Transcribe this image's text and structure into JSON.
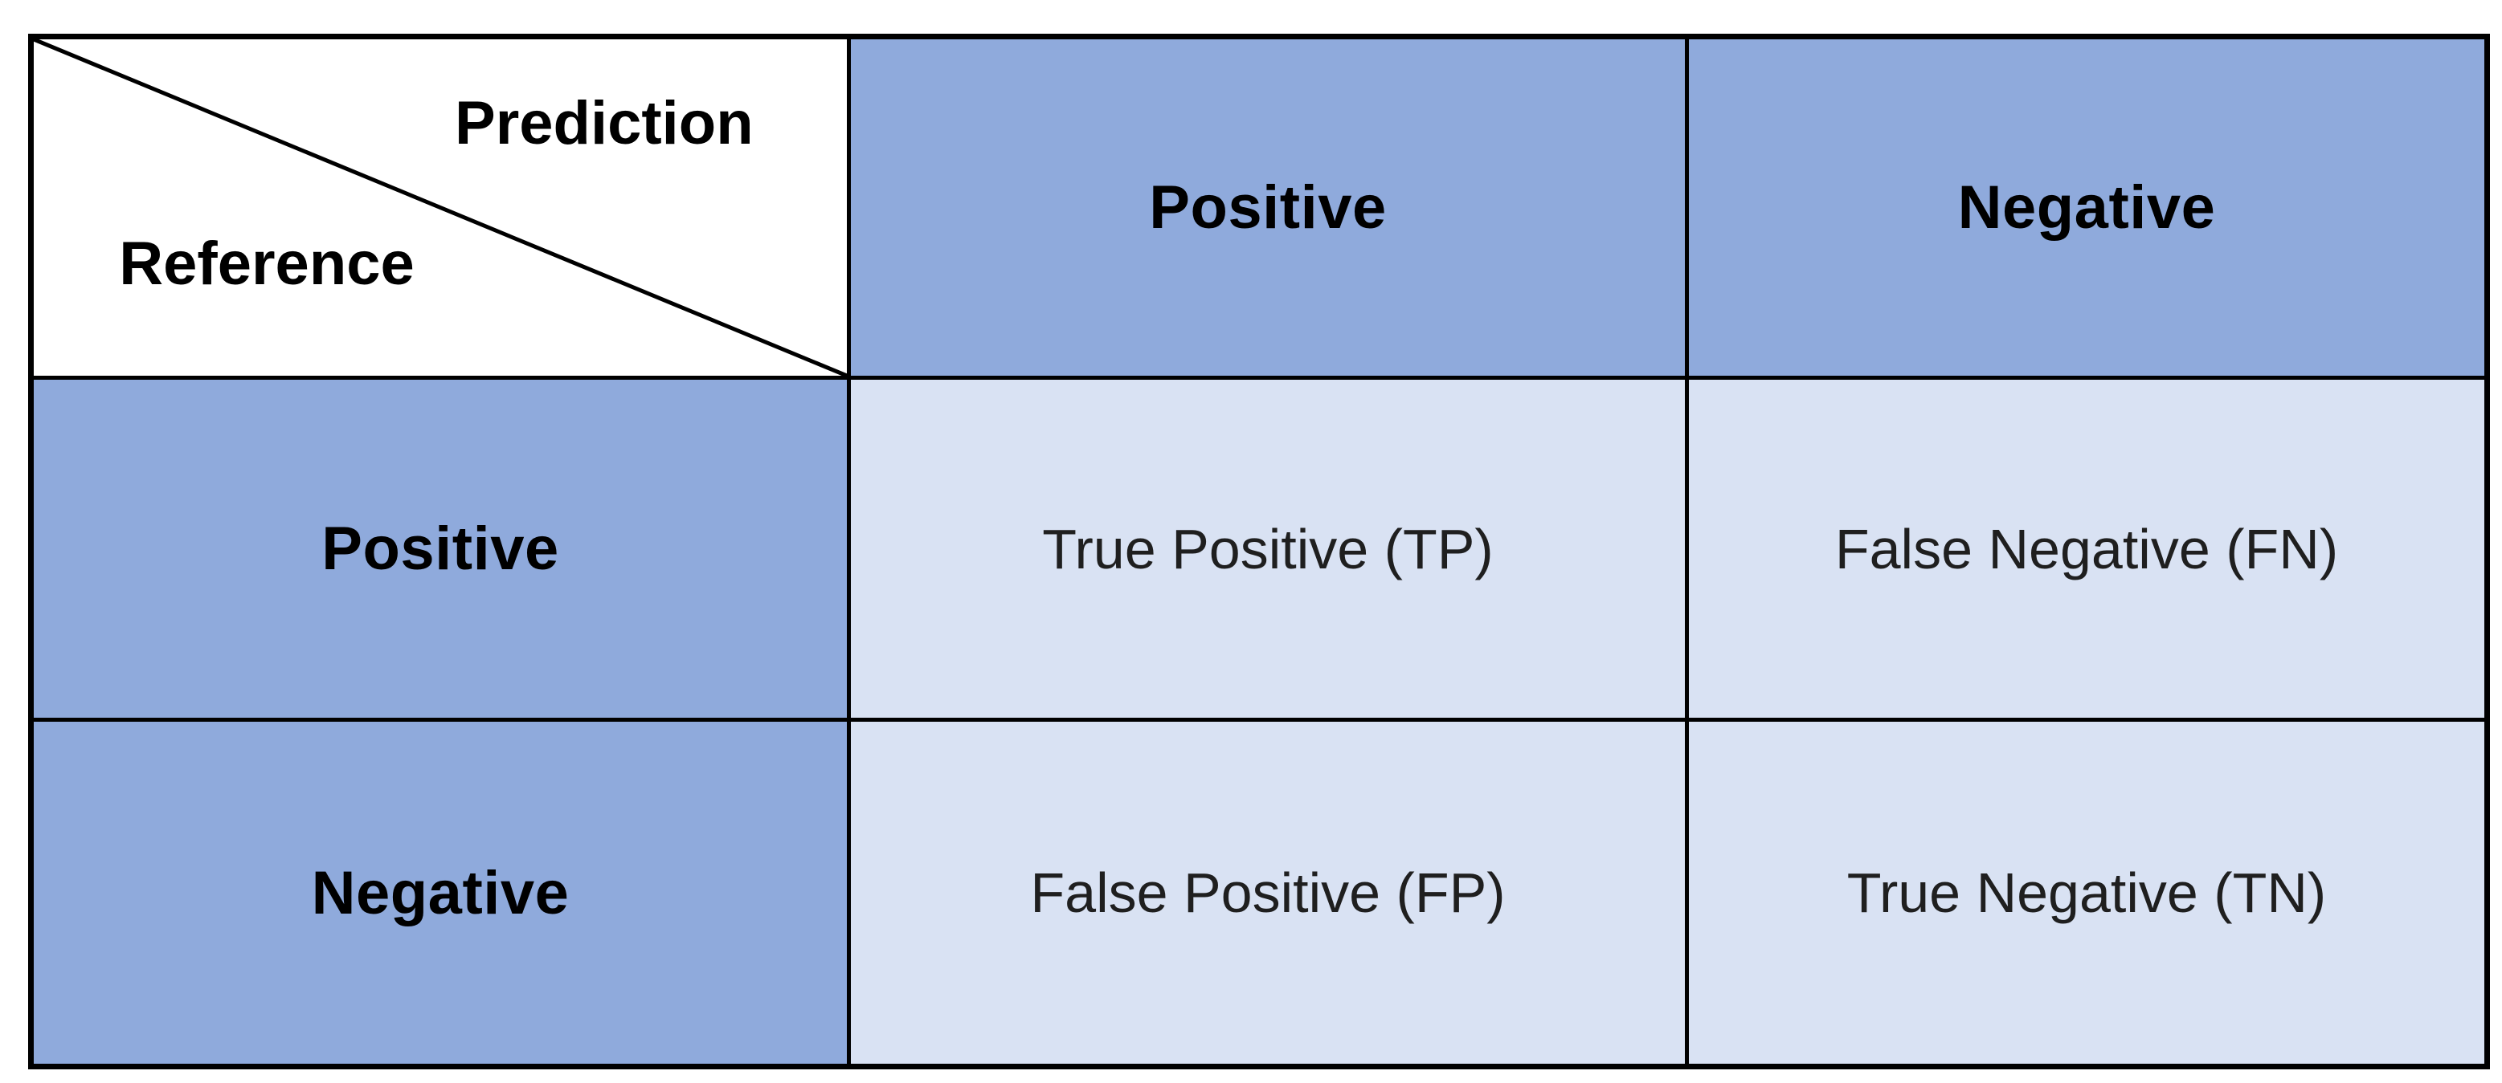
{
  "figure": {
    "type": "confusion-matrix-table",
    "corner": {
      "top_right_label": "Prediction",
      "bottom_left_label": "Reference"
    },
    "column_headers": [
      "Positive",
      "Negative"
    ],
    "row_headers": [
      "Positive",
      "Negative"
    ],
    "cells": [
      [
        "True Positive (TP)",
        "False Negative (FN)"
      ],
      [
        "False Positive (FP)",
        "True Negative (TN)"
      ]
    ],
    "colors": {
      "header_fill": "#8FAADC",
      "cell_fill": "#D9E2F3",
      "corner_fill": "#FFFFFF",
      "border": "#000000",
      "header_text": "#000000",
      "cell_text": "#1F1F1F",
      "background": "#FFFFFF"
    }
  }
}
